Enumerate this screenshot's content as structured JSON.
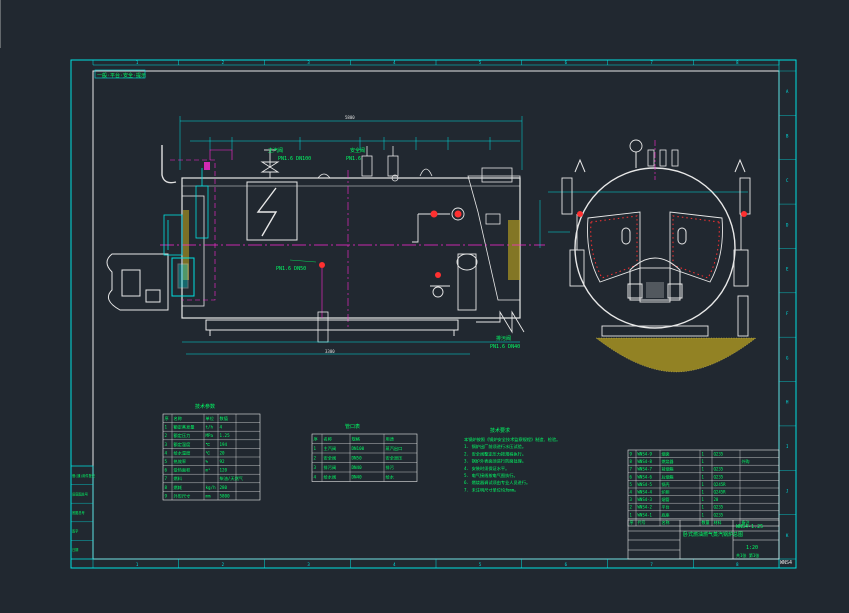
{
  "drawing": {
    "top_left_tag": "一般·平台·安全·提示",
    "col_labels": [
      "1",
      "2",
      "3",
      "4",
      "5",
      "6",
      "7",
      "8"
    ],
    "row_labels": [
      "A",
      "B",
      "C",
      "D",
      "E",
      "F",
      "G",
      "H",
      "I",
      "J",
      "K"
    ],
    "side_labels": [
      "A",
      "B",
      "C",
      "D",
      "E",
      "F",
      "G",
      "H",
      "I",
      "J",
      "K"
    ],
    "callouts": {
      "steam_valve": "PN1.6 DN100",
      "safety_valve": "PN1.6",
      "center_pressure": "PN1.6 DN50",
      "drain_valve": "PN1.6 DN40",
      "valve_tag_1": "主汽阀",
      "valve_tag_2": "安全阀",
      "drain_tag": "排污阀"
    },
    "table1": {
      "title": "技术参数",
      "headers": [
        "序",
        "名称",
        "单位",
        "数值"
      ],
      "rows": [
        [
          "1",
          "额定蒸发量",
          "t/h",
          "4"
        ],
        [
          "2",
          "额定压力",
          "MPa",
          "1.25"
        ],
        [
          "3",
          "额定温度",
          "℃",
          "194"
        ],
        [
          "4",
          "给水温度",
          "℃",
          "20"
        ],
        [
          "5",
          "热效率",
          "%",
          "92"
        ],
        [
          "6",
          "受热面积",
          "m²",
          "120"
        ],
        [
          "7",
          "燃料",
          "",
          "柴油/天然气"
        ],
        [
          "8",
          "燃耗",
          "kg/h",
          "280"
        ],
        [
          "9",
          "外形尺寸",
          "mm",
          "5800"
        ]
      ]
    },
    "table2": {
      "title": "管口表",
      "headers": [
        "序",
        "名称",
        "规格",
        "用途"
      ],
      "rows": [
        [
          "1",
          "主汽阀",
          "DN100",
          "蒸汽出口"
        ],
        [
          "2",
          "安全阀",
          "DN50",
          "安全泄压"
        ],
        [
          "3",
          "排污阀",
          "DN40",
          "排污"
        ],
        [
          "4",
          "给水阀",
          "DN40",
          "给水"
        ]
      ]
    },
    "notes": {
      "title": "技术要求",
      "lines": [
        "本锅炉按照《锅炉安全技术监察规程》制造、检验。",
        "1. 锅炉出厂前须进行水压试验。",
        "2. 安全阀整定压力按规程执行。",
        "3. 锅炉外表面须进行防腐处理。",
        "4. 安装时须保证水平。",
        "5. 电气接线按电气图执行。",
        "6. 燃烧器调试须由专业人员进行。",
        "7. 未注明尺寸单位均为mm。"
      ]
    },
    "bom": {
      "headers": [
        "序",
        "代号",
        "名称",
        "数量",
        "材料",
        "备注"
      ],
      "rows": [
        [
          "9",
          "WNS4-9",
          "烟囱",
          "1",
          "Q235",
          ""
        ],
        [
          "8",
          "WNS4-8",
          "燃烧器",
          "1",
          "",
          "外购"
        ],
        [
          "7",
          "WNS4-7",
          "前烟箱",
          "1",
          "Q235",
          ""
        ],
        [
          "6",
          "WNS4-6",
          "后烟箱",
          "1",
          "Q235",
          ""
        ],
        [
          "5",
          "WNS4-5",
          "锅壳",
          "1",
          "Q245R",
          ""
        ],
        [
          "4",
          "WNS4-4",
          "炉胆",
          "1",
          "Q245R",
          ""
        ],
        [
          "3",
          "WNS4-3",
          "烟管",
          "1",
          "20",
          ""
        ],
        [
          "2",
          "WNS4-2",
          "平台",
          "1",
          "Q235",
          ""
        ],
        [
          "1",
          "WNS4-1",
          "底座",
          "1",
          "Q235",
          ""
        ]
      ],
      "title": "卧式燃油燃气蒸汽锅炉总图",
      "drawing_no": "WNS4-1.25",
      "scale": "1:20",
      "sheet": "共1张 第1张"
    },
    "left_strip": [
      "借(通)用件登记",
      "旧底图总号",
      "底图总号",
      "签字",
      "日期"
    ],
    "footer_mark": "WNS4"
  }
}
